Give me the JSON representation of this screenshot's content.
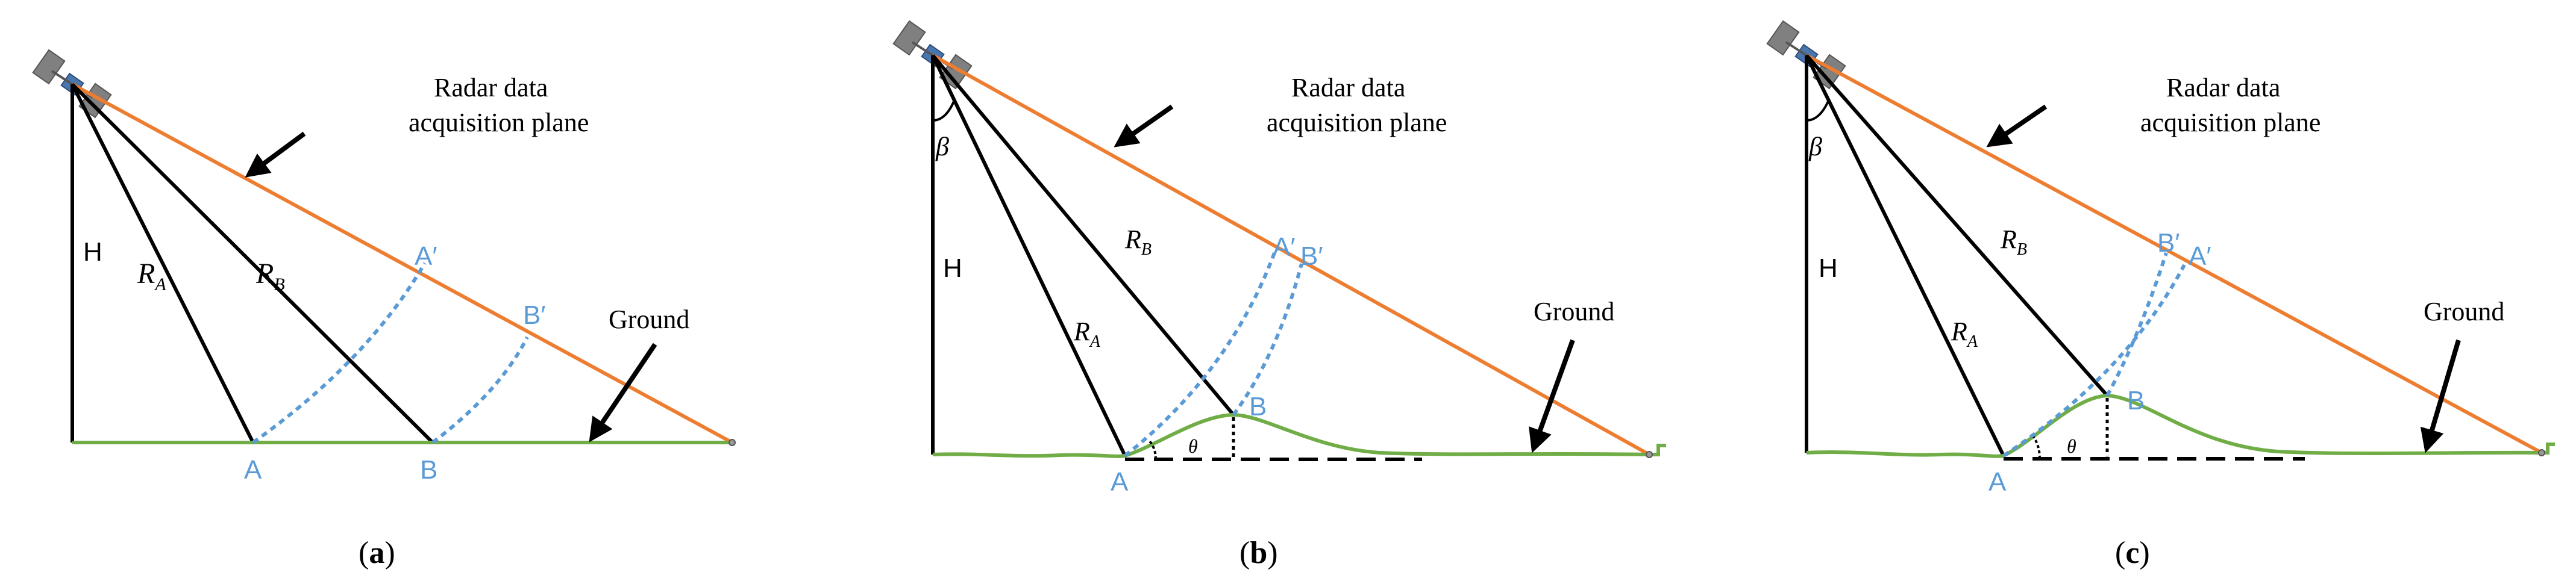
{
  "colors": {
    "line": "#000000",
    "radar_plane": "#ED7D31",
    "ground": "#70AD47",
    "points": "#5B9BD5",
    "satellite_panel": "#808080",
    "satellite_body": "#4a76b0"
  },
  "icons": [
    "satellite-icon",
    "arrow-icon"
  ],
  "panels": [
    {
      "id": "a",
      "caption_open": "(",
      "caption_letter": "a",
      "caption_close": ")",
      "radar_label_line1": "Radar data",
      "radar_label_line2": "acquisition plane",
      "ground_label": "Ground",
      "h_label": "H",
      "ra_label": "R",
      "ra_sub": "A",
      "rb_label": "R",
      "rb_sub": "B",
      "point_a": "A",
      "point_b": "B",
      "point_a_prime": "A′",
      "point_b_prime": "B′"
    },
    {
      "id": "b",
      "caption_open": "(",
      "caption_letter": "b",
      "caption_close": ")",
      "radar_label_line1": "Radar data",
      "radar_label_line2": "acquisition plane",
      "ground_label": "Ground",
      "h_label": "H",
      "beta": "β",
      "theta": "θ",
      "ra_label": "R",
      "ra_sub": "A",
      "rb_label": "R",
      "rb_sub": "B",
      "point_a": "A",
      "point_b": "B",
      "point_a_prime": "A′",
      "point_b_prime": "B′"
    },
    {
      "id": "c",
      "caption_open": "(",
      "caption_letter": "c",
      "caption_close": ")",
      "radar_label_line1": "Radar data",
      "radar_label_line2": "acquisition plane",
      "ground_label": "Ground",
      "h_label": "H",
      "beta": "β",
      "theta": "θ",
      "ra_label": "R",
      "ra_sub": "A",
      "rb_label": "R",
      "rb_sub": "B",
      "point_a": "A",
      "point_b": "B",
      "point_a_prime": "A′",
      "point_b_prime": "B′"
    }
  ]
}
